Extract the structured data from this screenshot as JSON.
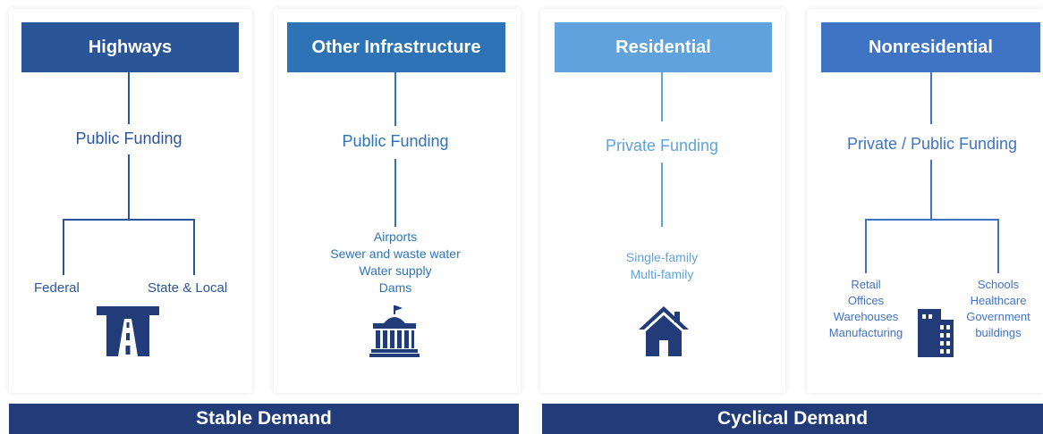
{
  "columns": {
    "highways": {
      "title": "Highways",
      "funding": "Public Funding",
      "left_leaf": "Federal",
      "right_leaf": "State & Local",
      "icon": "road-icon"
    },
    "other_infrastructure": {
      "title": "Other Infrastructure",
      "funding": "Public Funding",
      "items": [
        "Airports",
        "Sewer and waste water",
        "Water supply",
        "Dams"
      ],
      "icon": "government-building-icon"
    },
    "residential": {
      "title": "Residential",
      "funding": "Private Funding",
      "items": [
        "Single-family",
        "Multi-family"
      ],
      "icon": "house-icon"
    },
    "nonresidential": {
      "title": "Nonresidential",
      "funding": "Private / Public Funding",
      "left_items": [
        "Retail",
        "Offices",
        "Warehouses",
        "Manufacturing"
      ],
      "right_items": [
        "Schools",
        "Healthcare",
        "Government",
        "buildings"
      ],
      "icon": "office-building-icon"
    }
  },
  "footers": {
    "stable": "Stable Demand",
    "cyclical": "Cyclical Demand"
  },
  "colors": {
    "navy": "#213c78",
    "dark_blue": "#2a5598",
    "mid_blue": "#2e73b5",
    "light_blue": "#5fa2dd",
    "royal_blue": "#3f73c4"
  }
}
